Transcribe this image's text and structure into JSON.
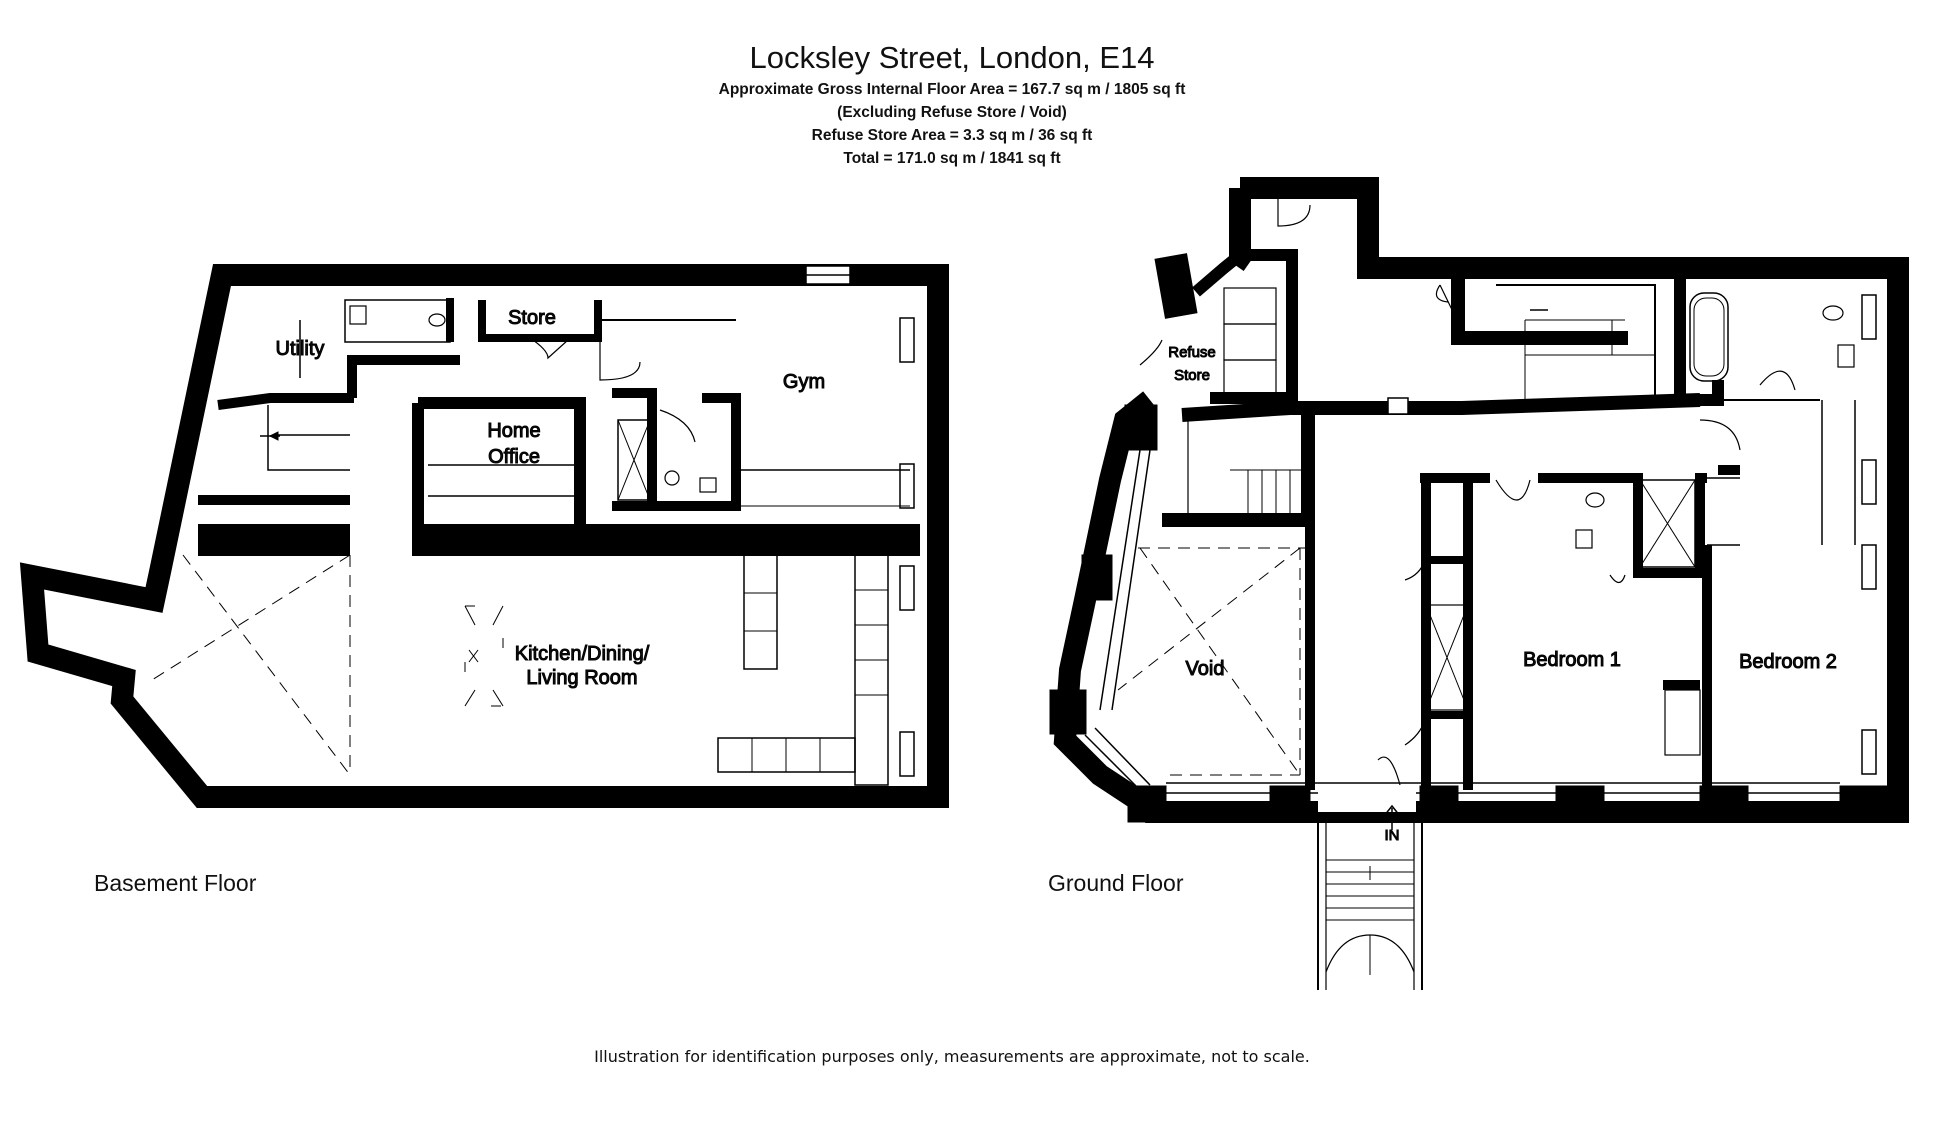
{
  "header": {
    "title": "Locksley Street, London, E14",
    "line1": "Approximate Gross Internal Floor Area  = 167.7 sq m  / 1805 sq ft",
    "line2": "(Excluding Refuse Store / Void)",
    "line3": "Refuse Store Area  = 3.3 sq m  / 36 sq ft",
    "line4": "Total  = 171.0 sq m  / 1841 sq ft"
  },
  "basement": {
    "label": "Basement Floor",
    "rooms": {
      "utility": "Utility",
      "store": "Store",
      "gym": "Gym",
      "home_office_1": "Home",
      "home_office_2": "Office",
      "kitchen_1": "Kitchen/Dining/",
      "kitchen_2": "Living Room"
    }
  },
  "ground": {
    "label": "Ground Floor",
    "rooms": {
      "refuse_1": "Refuse",
      "refuse_2": "Store",
      "void": "Void",
      "bedroom1": "Bedroom 1",
      "bedroom2": "Bedroom 2",
      "entrance": "IN"
    }
  },
  "footer": {
    "disclaimer": "Illustration for identification purposes only, measurements are approximate, not to scale."
  }
}
